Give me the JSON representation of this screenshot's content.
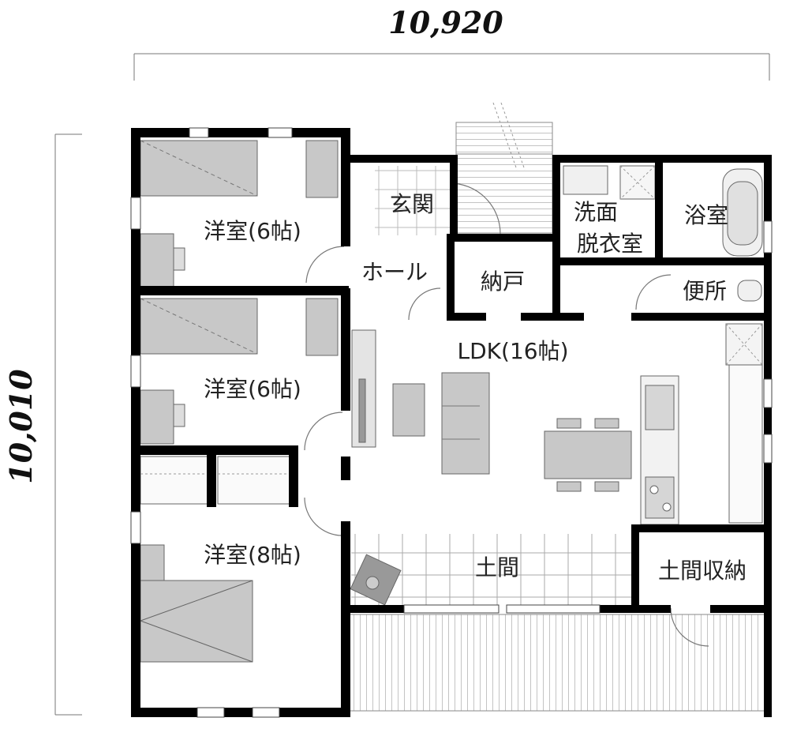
{
  "dimensions": {
    "width": "10,920",
    "height": "10,010"
  },
  "rooms": {
    "bedroom_top": "洋室(6帖)",
    "bedroom_mid": "洋室(6帖)",
    "bedroom_bottom": "洋室(8帖)",
    "entrance": "玄関",
    "hall": "ホール",
    "storage": "納戸",
    "washroom_line1": "洗面",
    "washroom_line2": "脱衣室",
    "bathroom": "浴室",
    "toilet": "便所",
    "ldk": "LDK(16帖)",
    "doma": "土間",
    "doma_storage": "土間収納"
  },
  "colors": {
    "wall": "#000000",
    "furniture": "#c8c8c8",
    "line": "#9a9a9a"
  }
}
